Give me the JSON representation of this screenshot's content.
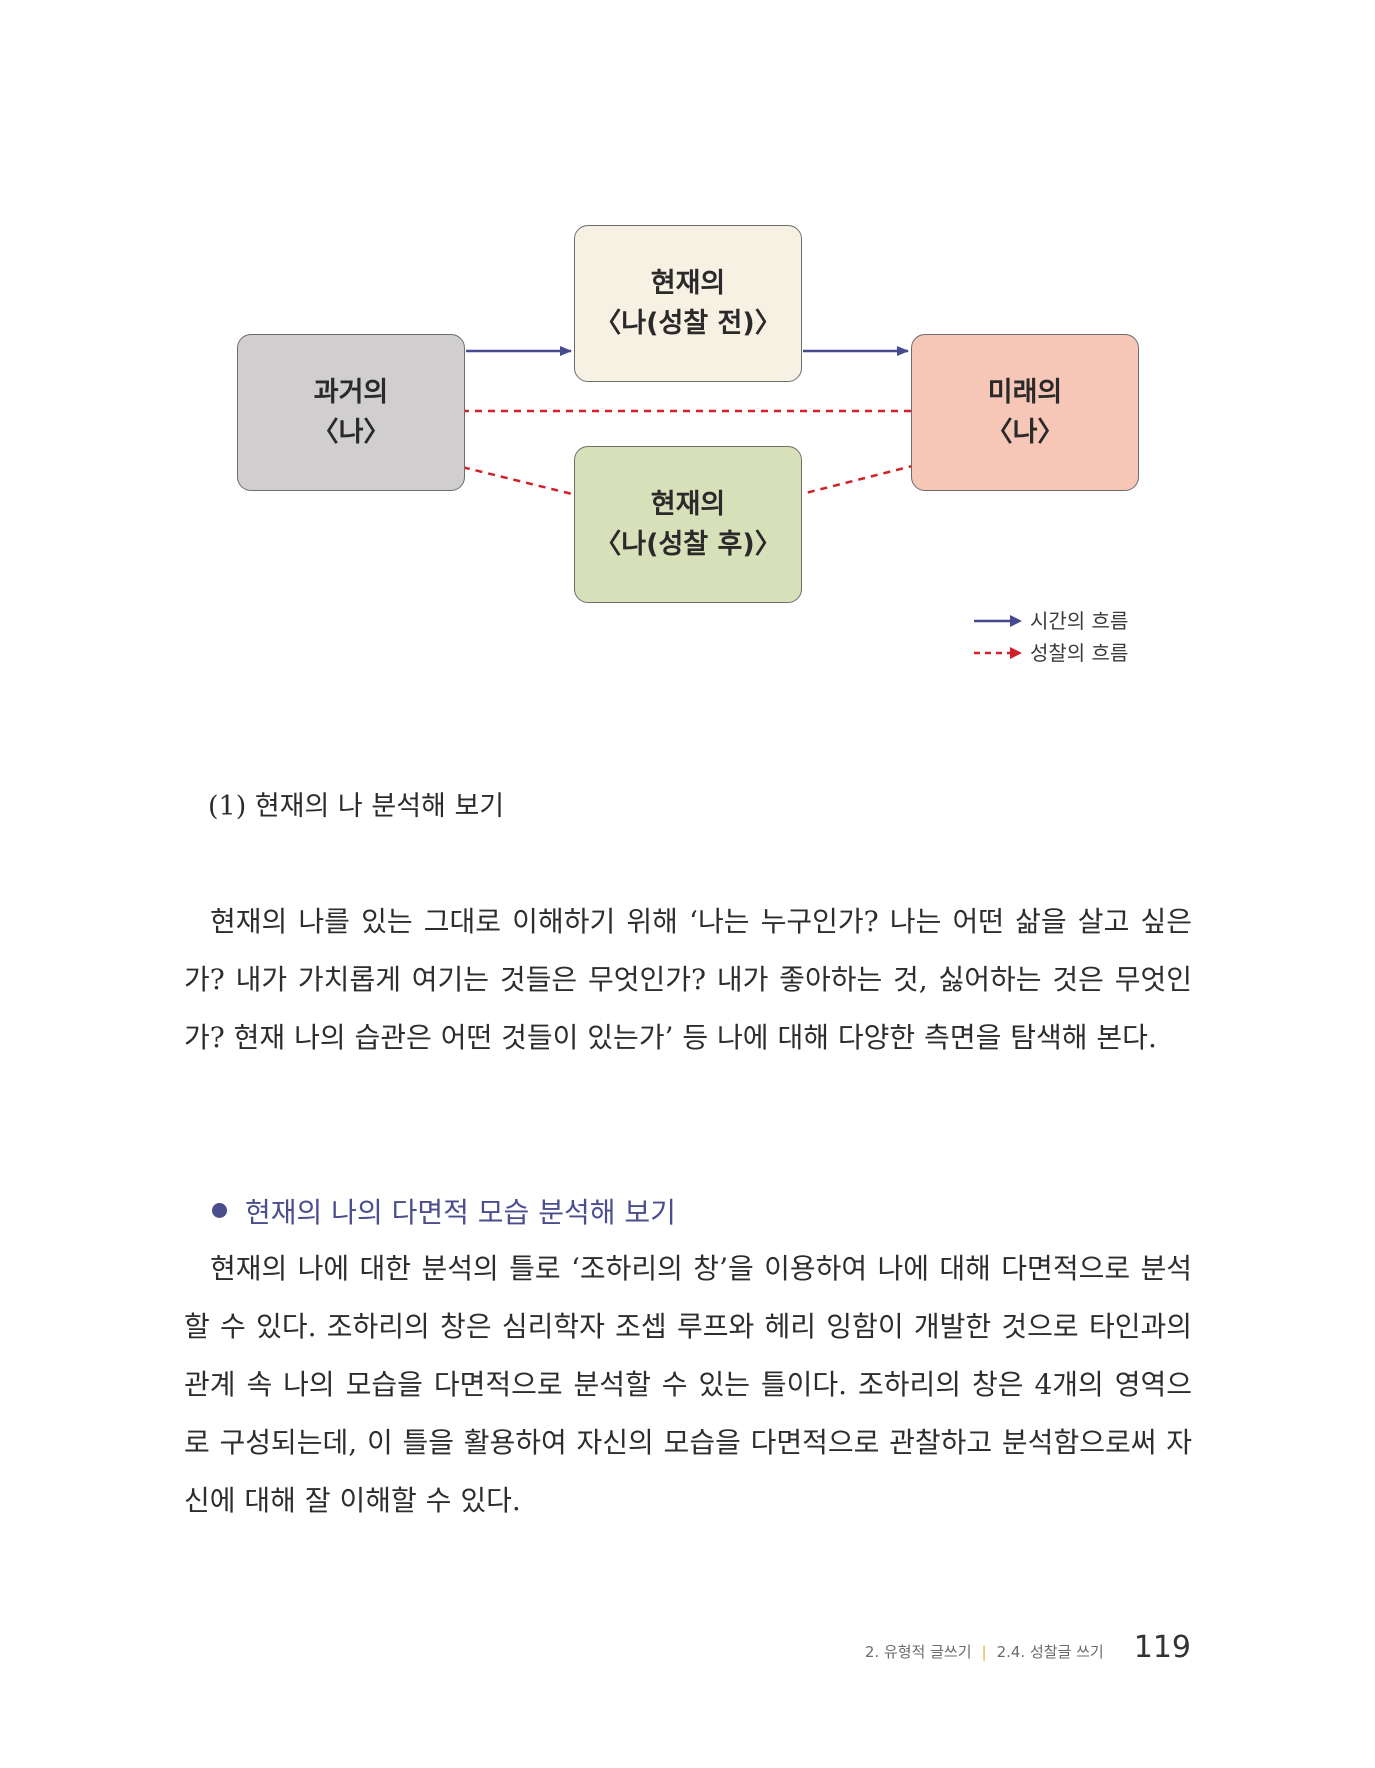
{
  "diagram": {
    "boxes": {
      "past": {
        "line1": "과거의",
        "line2": "〈나〉",
        "color": "#d0cecf"
      },
      "before": {
        "line1": "현재의",
        "line2": "〈나(성찰 전)〉",
        "color": "#f7f1e3"
      },
      "after": {
        "line1": "현재의",
        "line2": "〈나(성찰 후)〉",
        "color": "#d7e0b9"
      },
      "future": {
        "line1": "미래의",
        "line2": "〈나〉",
        "color": "#f6c6b6"
      }
    },
    "arrows": {
      "time_flow_color": "#454a8f",
      "reflection_flow_color": "#d0212a"
    },
    "legend": {
      "time_flow": "시간의 흐름",
      "reflection_flow": "성찰의 흐름"
    }
  },
  "section": {
    "title": "(1) 현재의 나 분석해 보기",
    "paragraph1": "현재의 나를 있는 그대로 이해하기 위해 ‘나는 누구인가? 나는 어떤 삶을 살고 싶은가? 내가 가치롭게 여기는 것들은 무엇인가? 내가 좋아하는 것, 싫어하는 것은 무엇인가? 현재 나의 습관은 어떤 것들이 있는가’ 등 나에 대해 다양한 측면을 탐색해 본다.",
    "bullet_title": "현재의 나의 다면적 모습 분석해 보기",
    "paragraph2": "현재의 나에 대한 분석의 틀로 ‘조하리의 창’을 이용하여 나에 대해 다면적으로 분석할 수 있다. 조하리의 창은 심리학자 조셉 루프와 헤리 잉함이 개발한 것으로 타인과의 관계 속 나의 모습을 다면적으로 분석할 수 있는 틀이다. 조하리의 창은 4개의 영역으로 구성되는데, 이 틀을 활용하여 자신의 모습을 다면적으로 관찰하고 분석함으로써 자신에 대해 잘 이해할 수 있다."
  },
  "footer": {
    "chapter": "2. 유형적 글쓰기",
    "separator": "|",
    "subsection": "2.4. 성찰글 쓰기",
    "page_number": "119"
  }
}
